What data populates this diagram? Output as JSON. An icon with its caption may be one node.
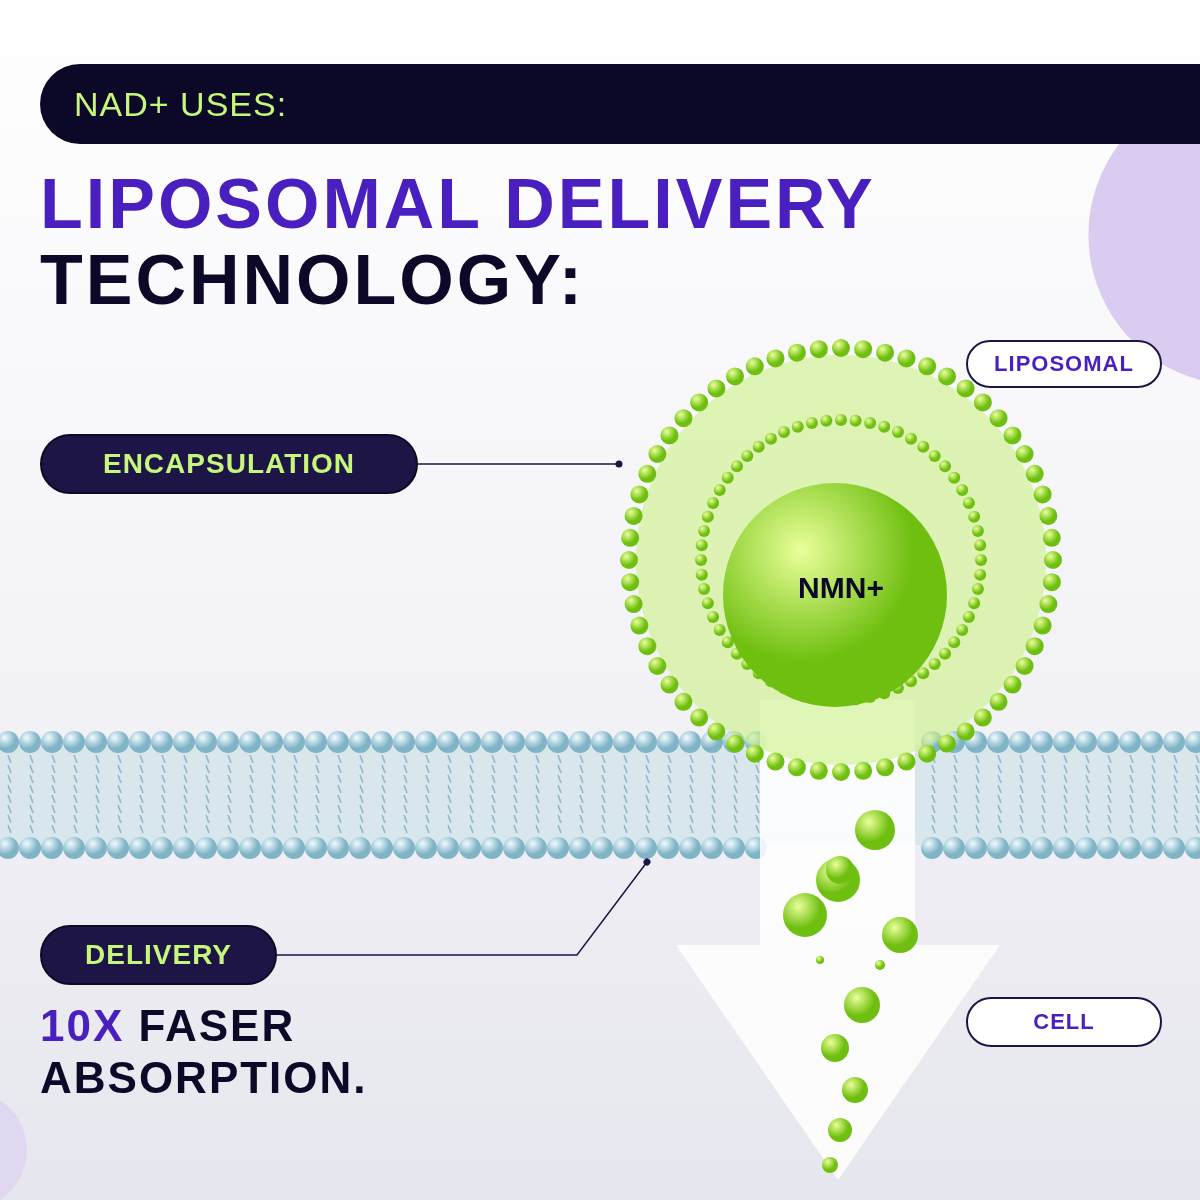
{
  "diagram": {
    "title": "LIPOSOMAL DELIVERY TECHNOLOGY:",
    "nodes": [
      {
        "text": [
          "NAD+ USES:"
        ]
      },
      {
        "text": [
          "LIPOSOMAL"
        ]
      },
      {
        "text": [
          "ENCAPSULATION"
        ]
      },
      {
        "text": [],
        "shape": "picture"
      },
      {
        "text": [
          "NMN+"
        ],
        "in": 3
      },
      {
        "text": [],
        "shape": "picture"
      },
      {
        "text": [
          "DELIVERY"
        ]
      },
      {
        "text": [
          "CELL"
        ]
      }
    ],
    "edges": [
      {
        "from": 2,
        "to": 3,
        "arrow": "other"
      },
      {
        "from": 6,
        "to": 5,
        "arrow": "other"
      }
    ],
    "labels": [
      "10X FASER ABSORPTION."
    ]
  }
}
